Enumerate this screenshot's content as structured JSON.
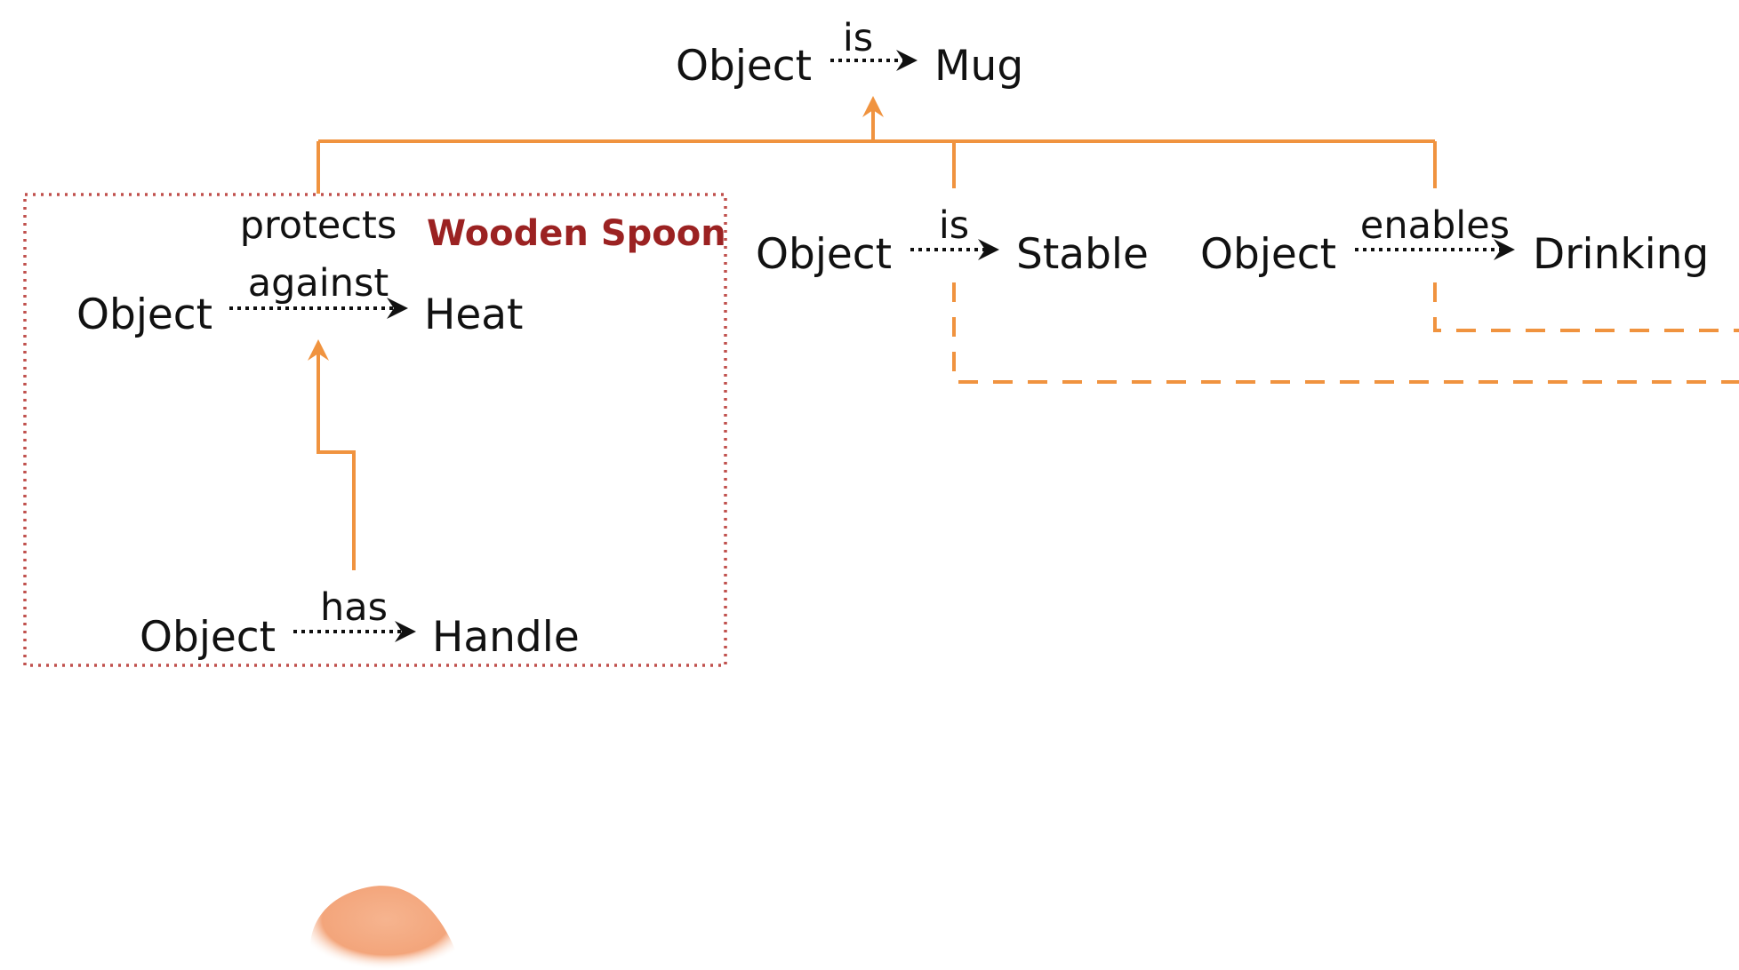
{
  "top": {
    "subject": "Object",
    "relation": "is",
    "object": "Mug"
  },
  "group": {
    "label": "Wooden Spoon",
    "protects": {
      "subject": "Object",
      "relation_line1": "protects",
      "relation_line2": "against",
      "object": "Heat"
    },
    "has": {
      "subject": "Object",
      "relation": "has",
      "object": "Handle"
    }
  },
  "stable": {
    "subject": "Object",
    "relation": "is",
    "object": "Stable"
  },
  "drinking": {
    "subject": "Object",
    "relation": "enables",
    "object": "Drinking"
  },
  "colors": {
    "connector": "#f0933f",
    "group_label": "#9b2222",
    "group_frame": "#c0504d",
    "text": "#111111"
  }
}
